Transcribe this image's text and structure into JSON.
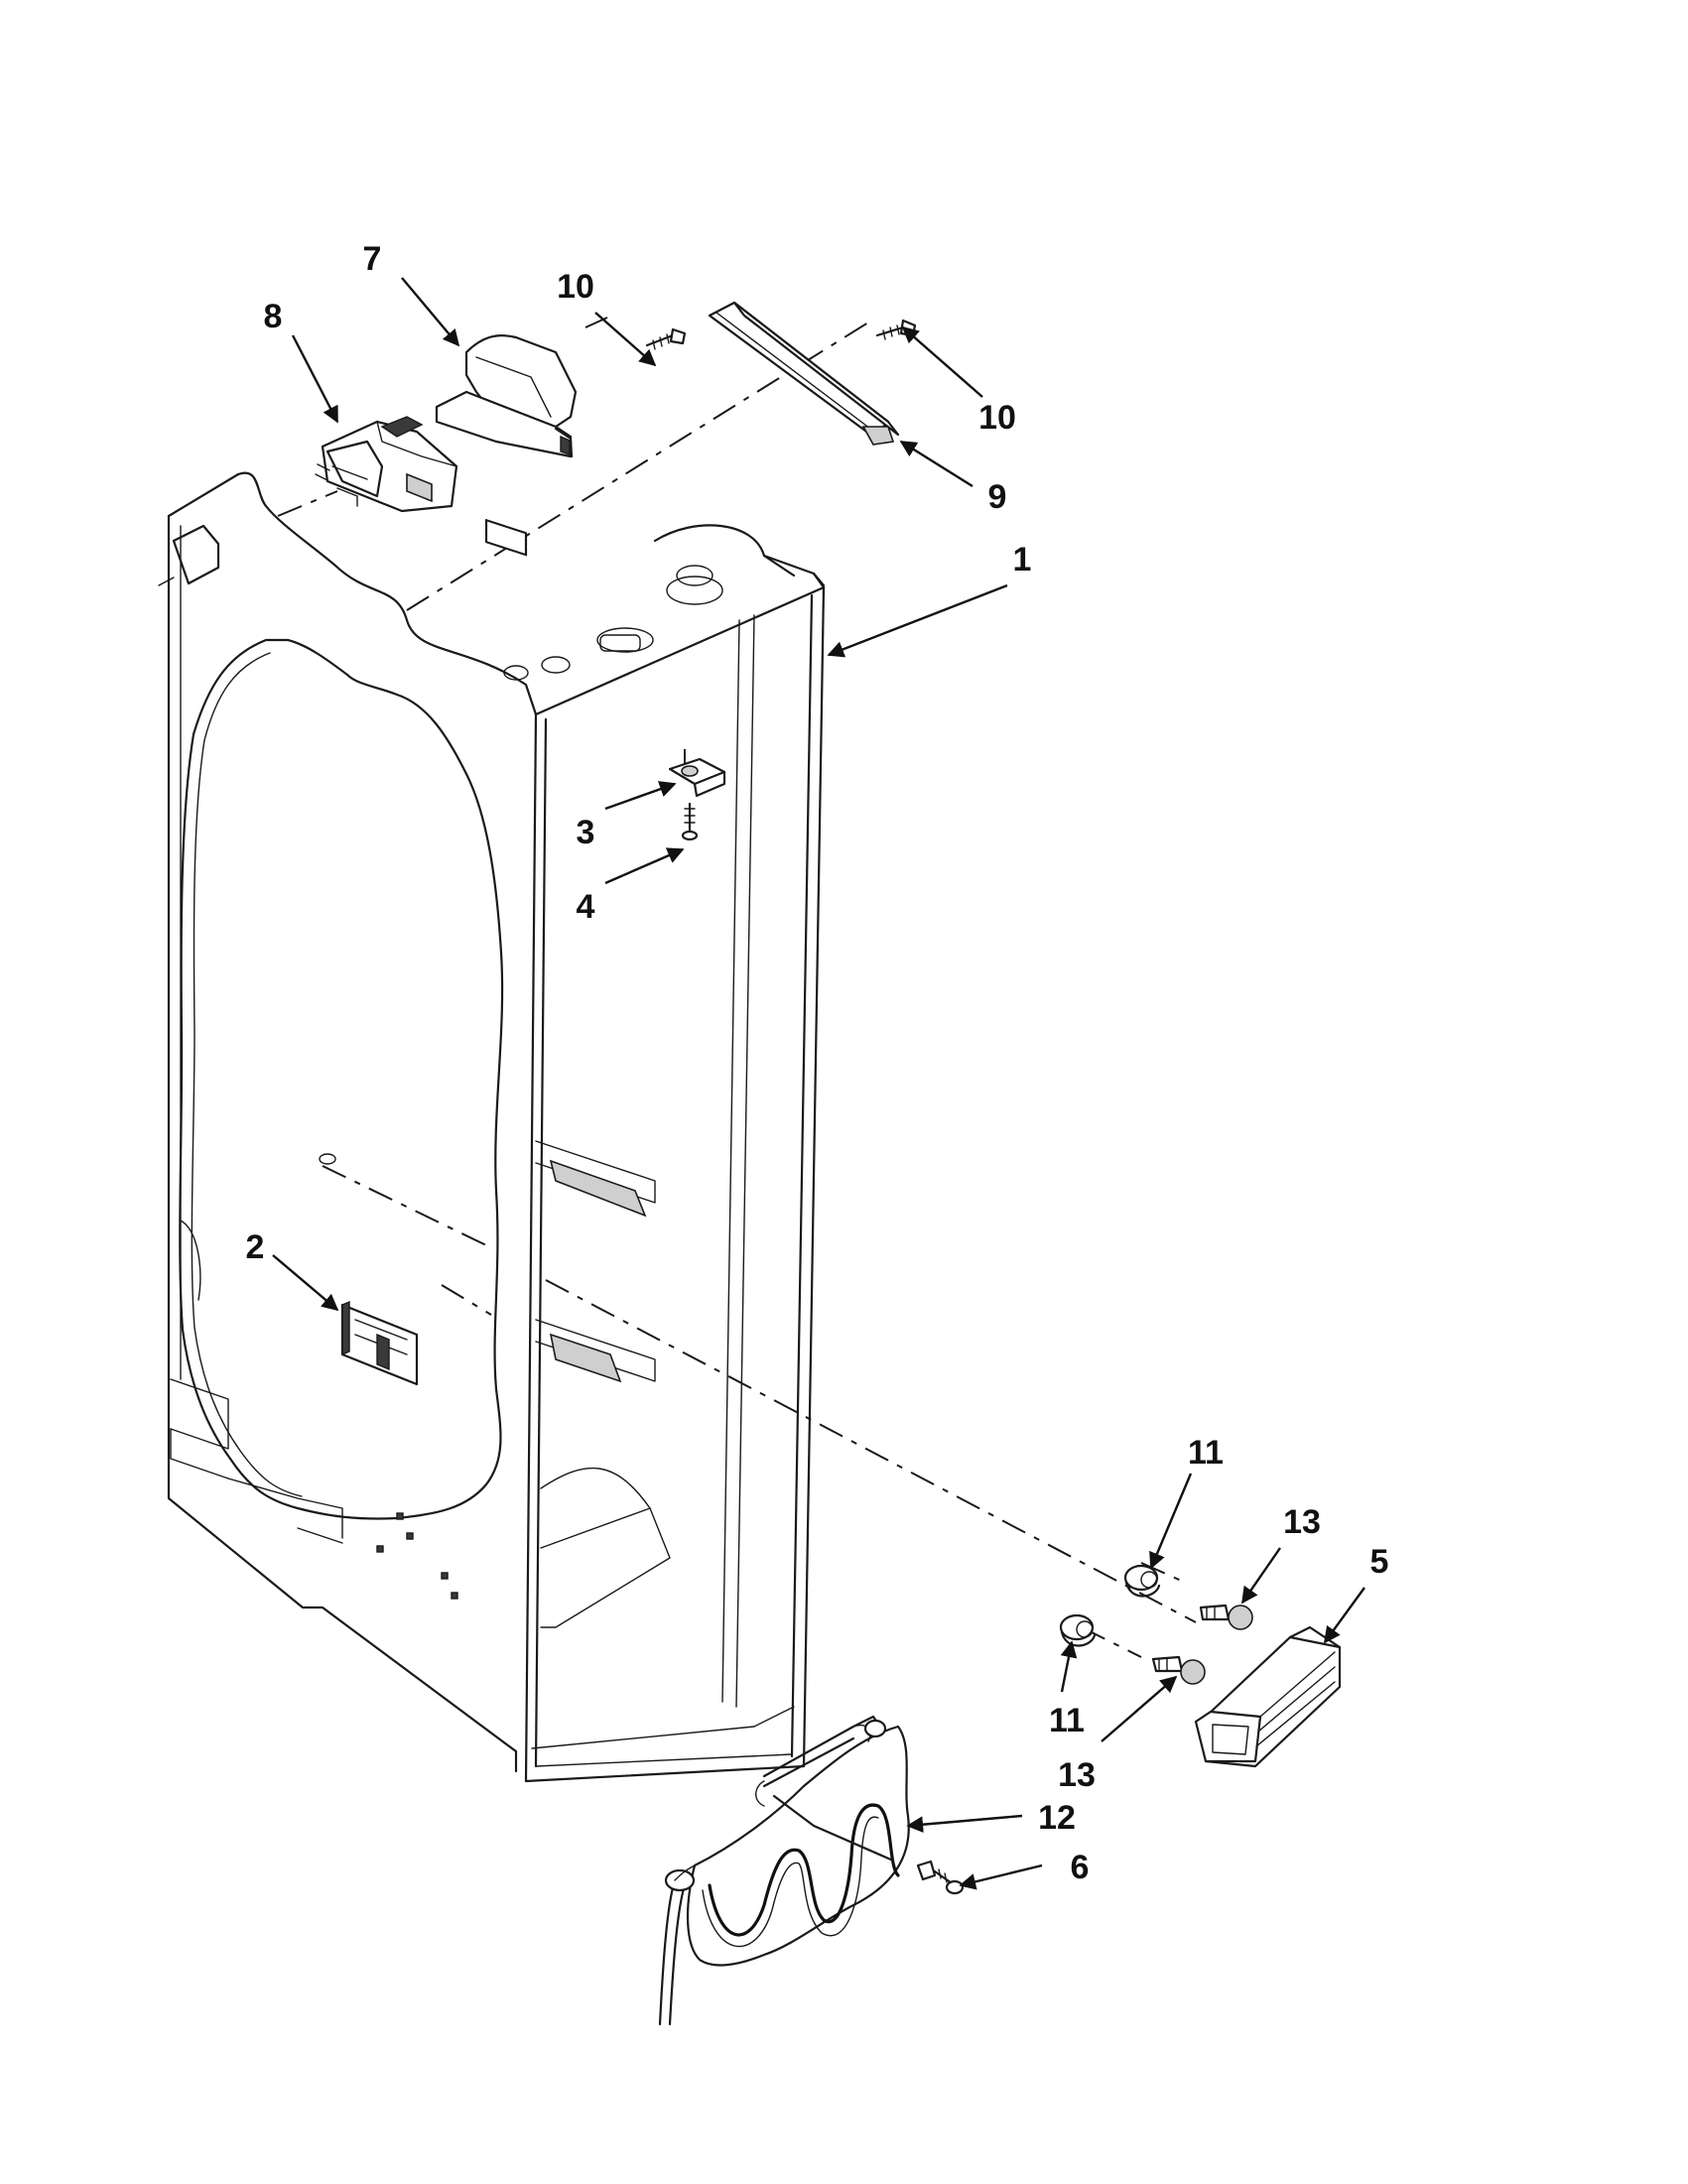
{
  "diagram": {
    "callouts": [
      {
        "id": "c7",
        "label": "7"
      },
      {
        "id": "c8",
        "label": "8"
      },
      {
        "id": "c10a",
        "label": "10"
      },
      {
        "id": "c10b",
        "label": "10"
      },
      {
        "id": "c9",
        "label": "9"
      },
      {
        "id": "c1",
        "label": "1"
      },
      {
        "id": "c3",
        "label": "3"
      },
      {
        "id": "c4",
        "label": "4"
      },
      {
        "id": "c2",
        "label": "2"
      },
      {
        "id": "c11a",
        "label": "11"
      },
      {
        "id": "c13a",
        "label": "13"
      },
      {
        "id": "c5",
        "label": "5"
      },
      {
        "id": "c11b",
        "label": "11"
      },
      {
        "id": "c13b",
        "label": "13"
      },
      {
        "id": "c12",
        "label": "12"
      },
      {
        "id": "c6",
        "label": "6"
      }
    ]
  }
}
